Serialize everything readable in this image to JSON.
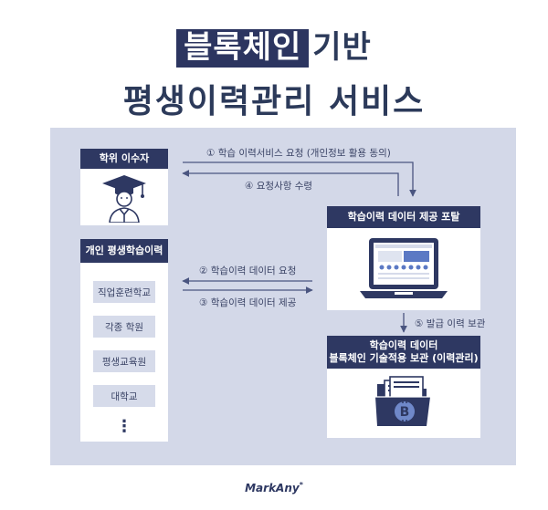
{
  "title": {
    "highlight": "블록체인",
    "line1_rest": "기반",
    "line2": "평생이력관리 서비스"
  },
  "left_top": {
    "header": "학위 이수자",
    "icon": "graduate-icon"
  },
  "left_bottom": {
    "header": "개인 평생학습이력",
    "institutions": [
      "직업훈련학교",
      "각종 학원",
      "평생교육원",
      "대학교"
    ],
    "more": "⋮"
  },
  "portal": {
    "header": "학습이력 데이터 제공 포탈",
    "icon": "laptop-icon"
  },
  "storage": {
    "header_line1": "학습이력 데이터",
    "header_line2": "블록체인 기술적용 보관 (이력관리)",
    "icon": "blockchain-folder-icon"
  },
  "flows": {
    "f1": "① 학습 이력서비스 요청 (개인정보 활용 동의)",
    "f4": "④ 요청사항 수령",
    "f2": "② 학습이력 데이터 요청",
    "f3": "③ 학습이력 데이터 제공",
    "f5": "⑤ 발급 이력 보관"
  },
  "colors": {
    "navy": "#2e3862",
    "panel": "#d3d8e8",
    "chip": "#d6dbea",
    "arrow": "#4a5580"
  },
  "footer": {
    "logo": "MarkAny"
  }
}
